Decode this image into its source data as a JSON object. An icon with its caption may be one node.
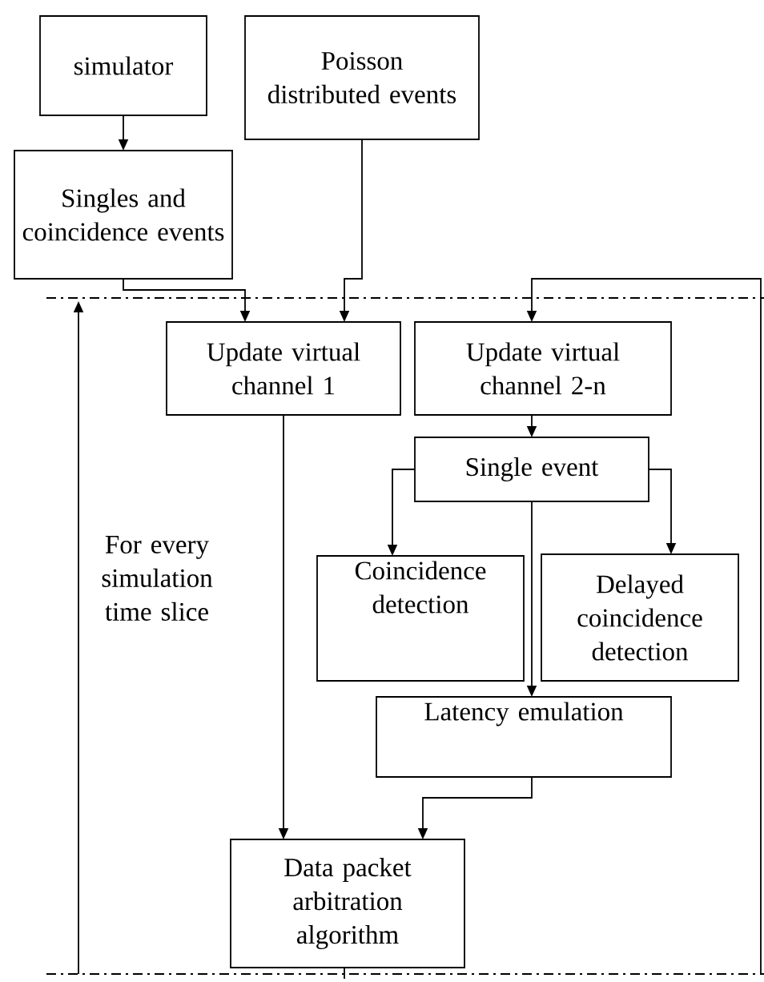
{
  "diagram": {
    "nodes": [
      {
        "text": [
          "simulator"
        ]
      },
      {
        "text": [
          "Poisson distributed events"
        ]
      },
      {
        "text": [
          "Singles and coincidence events"
        ]
      },
      {
        "text": [
          "Update virtual channel 1"
        ]
      },
      {
        "text": [
          "Update virtual channel 2-n"
        ]
      },
      {
        "text": [
          "Single event"
        ]
      },
      {
        "text": [
          "Coincidence detection"
        ]
      },
      {
        "text": [
          "Delayed coincidence detection"
        ]
      },
      {
        "text": [
          "Latency emulation"
        ]
      },
      {
        "text": [
          "Data packet arbitration algorithm"
        ]
      }
    ],
    "edges": [
      {
        "from": 0,
        "to": 2,
        "arrow": "to"
      },
      {
        "from": 2,
        "to": 3,
        "arrow": "to"
      },
      {
        "from": 1,
        "to": 3,
        "arrow": "to"
      },
      {
        "from": 3,
        "to": 9,
        "arrow": "to"
      },
      {
        "from": null,
        "to": 4,
        "arrow": "to"
      },
      {
        "from": 4,
        "to": 5,
        "arrow": "to"
      },
      {
        "from": 5,
        "to": 6,
        "arrow": "to"
      },
      {
        "from": 5,
        "to": 7,
        "arrow": "to"
      },
      {
        "from": 5,
        "to": 8,
        "arrow": "to"
      },
      {
        "from": 8,
        "to": 9,
        "arrow": "to"
      },
      {
        "from": 9,
        "to": null,
        "arrow": "none"
      }
    ],
    "labels": [
      "For every simulation time slice"
    ]
  }
}
